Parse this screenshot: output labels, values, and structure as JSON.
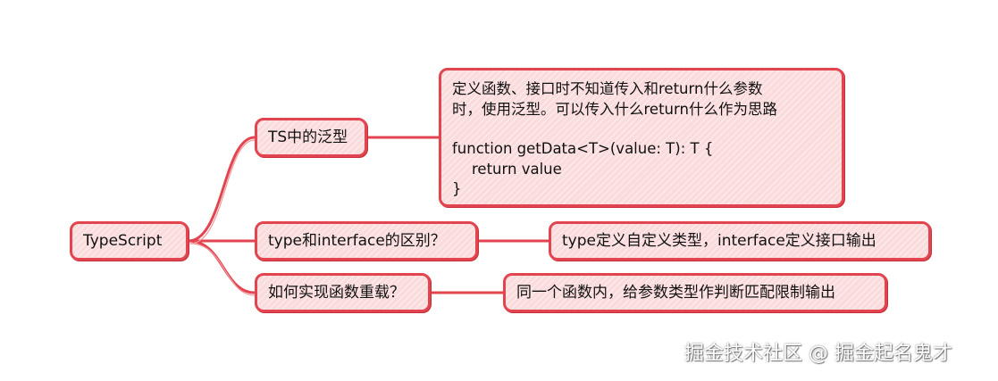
{
  "mindmap": {
    "root": {
      "label": "TypeScript"
    },
    "branches": [
      {
        "label": "TS中的泛型",
        "detail": {
          "lines": [
            "定义函数、接口时不知道传入和return什么参数",
            "时，使用泛型。可以传入什么return什么作为思路",
            "",
            "function getData<T>(value: T): T {",
            "return value",
            "}"
          ]
        }
      },
      {
        "label": "type和interface的区别？",
        "detail": {
          "label": "type定义自定义类型，interface定义接口输出"
        }
      },
      {
        "label": "如何实现函数重载？",
        "detail": {
          "label": "同一个函数内，给参数类型作判断匹配限制输出"
        }
      }
    ]
  },
  "colors": {
    "stroke": "#e2454f",
    "fill": "#fbdcdd"
  },
  "watermark": "掘金技术社区 @ 掘金起名鬼才"
}
